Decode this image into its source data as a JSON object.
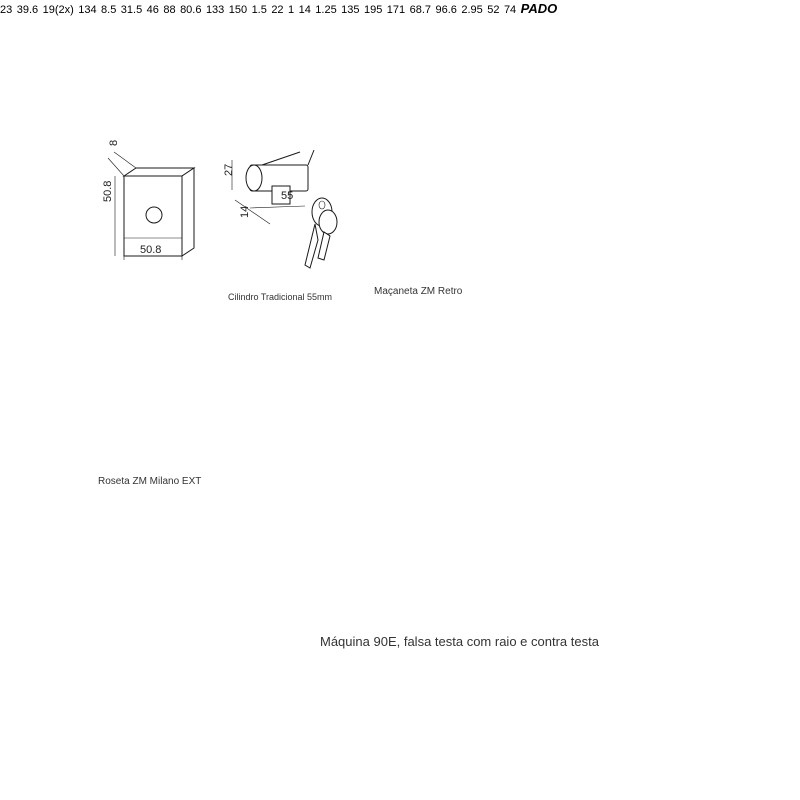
{
  "captions": {
    "cylinder": "Cilindro Tradicional 55mm",
    "handle": "Maçaneta ZM Retro",
    "rosette": "Roseta ZM Milano EXT",
    "machine": "Máquina 90E, falsa testa com raio e contra testa"
  },
  "dims": {
    "rose_side": "8",
    "rose_h": "50.8",
    "rose_w": "50.8",
    "cyl_h": "27",
    "cyl_a": "14",
    "cyl_len": "55",
    "hnd_h": "23",
    "hnd_a": "39.6",
    "hnd_b": "19(2x)",
    "hnd_len": "134",
    "hnd_t": "8.5",
    "st_w": "31.5",
    "st_a": "46",
    "st_b": "88",
    "st_c": "80.6",
    "st_d": "133",
    "st_e": "150",
    "st_t": "1.5",
    "lk_22": "22",
    "lk_1": "1",
    "lk_14": "14",
    "lk_125": "1.25",
    "lk_135": "135",
    "lk_195": "195",
    "lk_171": "171",
    "lk_687": "68.7",
    "lk_966": "96.6",
    "lk_295": "2.95",
    "lk_52": "52",
    "lk_74": "74",
    "brand": "PADO"
  }
}
